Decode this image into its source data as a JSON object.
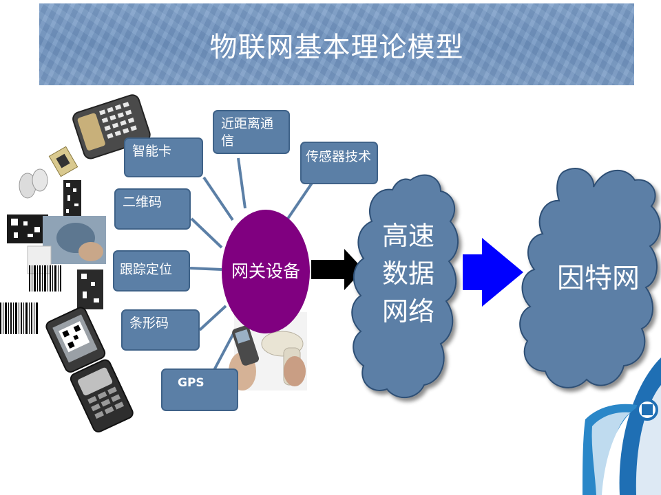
{
  "title": "物联网基本理论模型",
  "technologies": {
    "near_field": "近距离通信",
    "smart_card": "智能卡",
    "sensor": "传感器技术",
    "qr_code": "二维码",
    "tracking": "跟踪定位",
    "barcode": "条形码",
    "gps": "GPS"
  },
  "gateway": "网关设备",
  "network": "高速数据网络",
  "internet": "因特网",
  "colors": {
    "banner": "#7192c0",
    "tech_box": "#5b7fa6",
    "gateway": "#800080",
    "cloud": "#5b7fa6",
    "arrow_black": "#000000",
    "arrow_blue": "#0000ff"
  }
}
